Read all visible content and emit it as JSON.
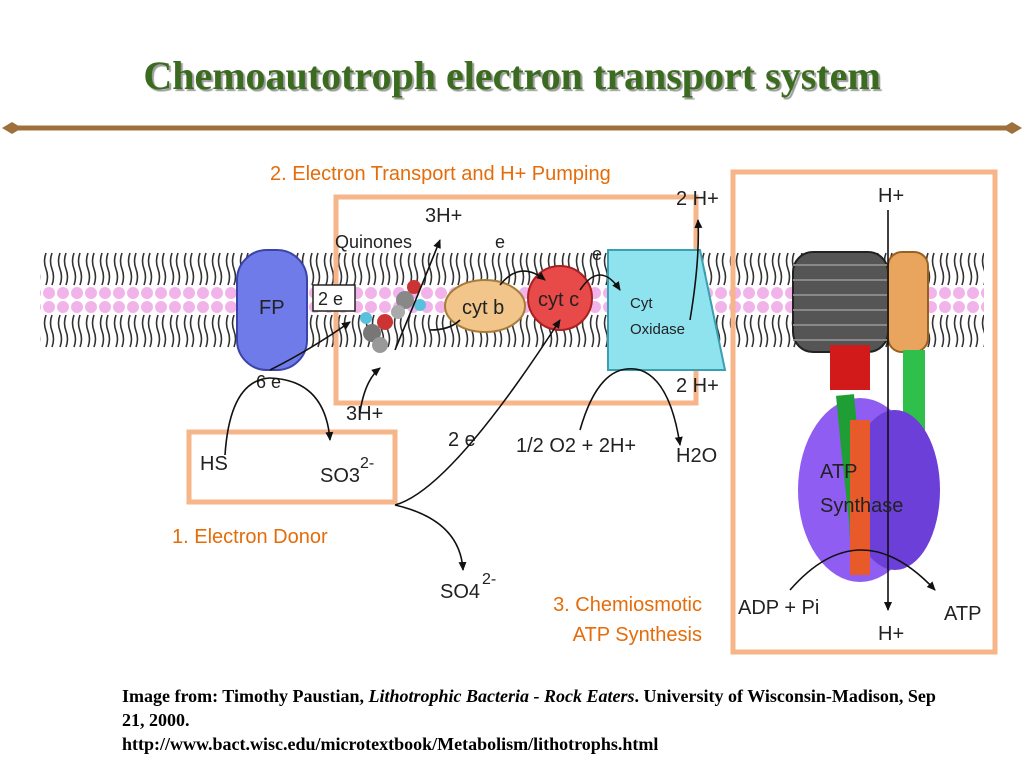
{
  "title": "Chemoautotroph electron transport system",
  "sections": {
    "electron_transport": "2. Electron Transport and H+ Pumping",
    "electron_donor": "1. Electron Donor",
    "chemiosmotic_line1": "3. Chemiosmotic",
    "chemiosmotic_line2": "ATP Synthesis"
  },
  "diagram": {
    "fp": "FP",
    "two_e": "2 e",
    "quinones": "Quinones",
    "three_h_top": "3H+",
    "three_h_bottom": "3H+",
    "e_1": "e",
    "e_2": "e",
    "cyt_b": "cyt b",
    "cyt_c": "cyt c",
    "cyt_oxidase_1": "Cyt",
    "cyt_oxidase_2": "Oxidase",
    "two_h_top": "2 H+",
    "two_h_bottom": "2 H+",
    "six_e": "6 e",
    "hs": "HS",
    "so3": "SO3",
    "so3_charge": "2-",
    "two_e_lower": "2 e",
    "oxygen_eq": "1/2 O2 + 2H+",
    "h2o": "H2O",
    "so4": "SO4",
    "so4_charge": "2-",
    "h_plus_top": "H+",
    "h_plus_bottom": "H+",
    "atp_synthase_1": "ATP",
    "atp_synthase_2": "Synthase",
    "adp": "ADP + Pi",
    "atp": "ATP"
  },
  "caption": {
    "prefix": "Image from:  Timothy Paustian, ",
    "italic": "Lithotrophic Bacteria - Rock Eaters",
    "suffix": ".  University of Wisconsin-Madison, Sep 21, 2000.",
    "url": "http://www.bact.wisc.edu/microtextbook/Metabolism/lithotrophs.html"
  },
  "colors": {
    "title_green": "#3a6b1e",
    "divider_brown": "#a0703a",
    "box_orange": "#f7b58a",
    "label_orange": "#e46c0a",
    "membrane_pink": "#f3b8ec"
  }
}
